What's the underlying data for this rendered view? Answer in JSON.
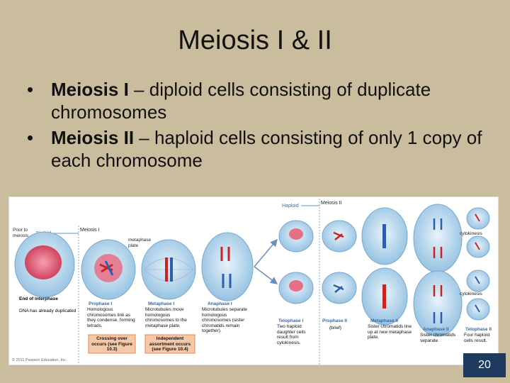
{
  "slide": {
    "title": "Meiosis I & II",
    "bullets": [
      {
        "term": "Meiosis I",
        "rest": " – diploid cells consisting of duplicate chromosomes"
      },
      {
        "term": "Meiosis II",
        "rest": " – haploid cells consisting of only 1 copy of each chromosome"
      }
    ],
    "slide_number": "20"
  },
  "figure": {
    "haploid": "Haploid",
    "meiosis_ii": "Meiosis II",
    "prior_to": "Prior to",
    "meiosis": "meiosis",
    "diploid": "Diploid",
    "meiosis_i": "Meiosis I",
    "metaphase_plate": "metaphase",
    "metaphase_plate_2": "plate",
    "cytokinesis": "cytokinesis",
    "stages": [
      {
        "title": "End of interphase",
        "desc": "DNA has already duplicated"
      },
      {
        "title": "Prophase I",
        "desc": "Homologous chromosomes link as they condense, forming tetrads."
      },
      {
        "title": "Metaphase I",
        "desc": "Microtubules move homologous chromosomes to the metaphase plate."
      },
      {
        "title": "Anaphase I",
        "desc": "Microtubules separate homologous chromosomes (sister chromatids remain together)."
      },
      {
        "title": "Telophase I",
        "desc": "Two haploid daughter cells result from cytokinesis."
      },
      {
        "title": "Prophase II",
        "desc": "(brief)"
      },
      {
        "title": "Metaphase II",
        "desc": "Sister chromatids line up at new metaphase plate."
      },
      {
        "title": "Anaphase II",
        "desc": "Sister chromatids separate."
      },
      {
        "title": "Telophase II",
        "desc": "Four haploid cells result."
      }
    ],
    "box1": "Crossing over occurs (see Figure 10.3)",
    "box2": "Independent assortment occurs (see Figure 10.4)",
    "copyright": "© 2011 Pearson Education, Inc."
  },
  "colors": {
    "background": "#c9bd9e",
    "slidenum_bg": "#1e3a5f",
    "cell": "#b7d6ee",
    "nucleus": "#d34b63",
    "arrow": "#6a8fb8"
  }
}
